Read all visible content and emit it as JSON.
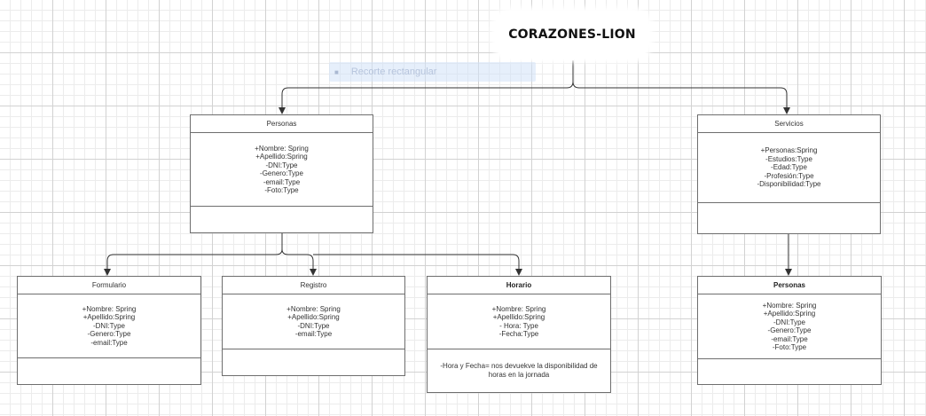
{
  "title": "CORAZONES-LION",
  "tooltip": {
    "icon": "rectangle-shape-icon",
    "label": "Recorte rectangular"
  },
  "classes": {
    "personas_top": {
      "name": "Personas",
      "attributes": [
        "+Nombre: Spring",
        "+Apellido:Spring",
        "-DNI:Type",
        "-Genero:Type",
        "-email:Type",
        "-Foto:Type"
      ]
    },
    "servicios": {
      "name": "Servicios",
      "attributes": [
        "+Personas:Spring",
        "-Estudios:Type",
        "-Edad:Type",
        "-Profesión:Type",
        "-Disponibilidad:Type"
      ]
    },
    "formulario": {
      "name": "Formulario",
      "attributes": [
        "+Nombre: Spring",
        "+Apellido:Spring",
        "-DNI:Type",
        "-Genero:Type",
        "-email:Type"
      ]
    },
    "registro": {
      "name": "Registro",
      "attributes": [
        "+Nombre: Spring",
        "+Apellido:Spring",
        "-DNI:Type",
        "-email:Type"
      ]
    },
    "horario": {
      "name": "Horario",
      "attributes": [
        "+Nombre: Spring",
        "+Apellido:Spring",
        "- Hora: Type",
        "-Fecha:Type"
      ],
      "note": "-Hora y Fecha= nos devuekve la disponibilidad de horas en la jornada"
    },
    "personas_right": {
      "name": "Personas",
      "attributes": [
        "+Nombre: Spring",
        "+Apellido:Spring",
        "-DNI:Type",
        "-Genero:Type",
        "-email:Type",
        "-Foto:Type"
      ]
    }
  }
}
